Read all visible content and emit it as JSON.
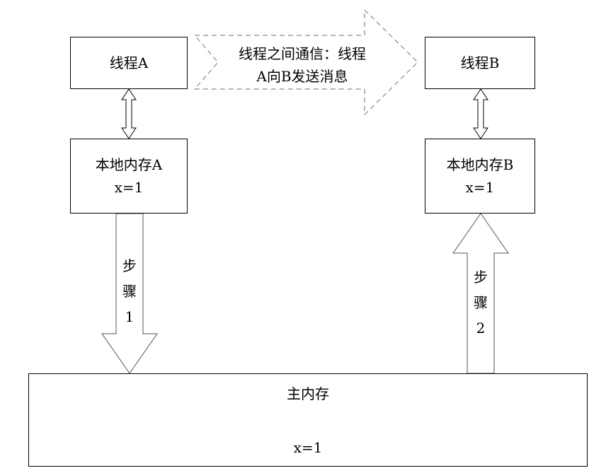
{
  "thread_a": {
    "label": "线程A"
  },
  "thread_b": {
    "label": "线程B"
  },
  "message": {
    "line1": "线程之间通信：线程",
    "line2": "A向B发送消息"
  },
  "local_memory_a": {
    "label": "本地内存A",
    "value": "x=1"
  },
  "local_memory_b": {
    "label": "本地内存B",
    "value": "x=1"
  },
  "step1": {
    "chars": [
      "步",
      "骤",
      "1"
    ]
  },
  "step2": {
    "chars": [
      "步",
      "骤",
      "2"
    ]
  },
  "main_memory": {
    "label": "主内存",
    "value": "x=1"
  },
  "colors": {
    "line": "#000000",
    "arrow_outline": "#555555",
    "dashed": "#8a8a8a"
  }
}
